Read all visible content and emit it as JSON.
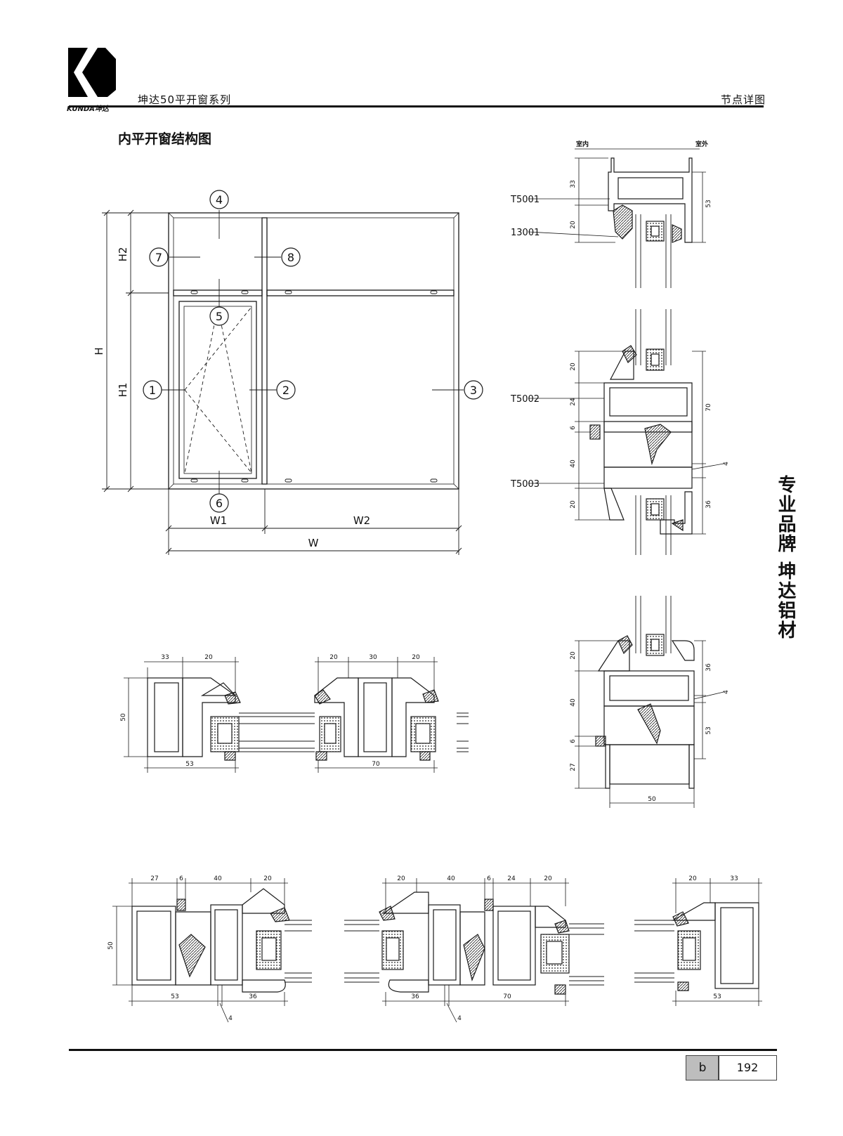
{
  "header": {
    "brand_name": "KUNDA坤达",
    "series_title": "坤达50平开窗系列",
    "section_title": "节点详图"
  },
  "page": {
    "diagram_title": "内平开窗结构图",
    "brand_slogan": "专业品牌 坤达铝材",
    "page_letter": "b",
    "page_number": "192"
  },
  "elevation": {
    "callouts": [
      "1",
      "2",
      "3",
      "4",
      "5",
      "6",
      "7",
      "8"
    ],
    "dimension_labels": {
      "H": "H",
      "H1": "H1",
      "H2": "H2",
      "W": "W",
      "W1": "W1",
      "W2": "W2"
    }
  },
  "sections": {
    "interior_label": "室内",
    "exterior_label": "室外",
    "profile_codes": [
      "T5001",
      "13001",
      "T5002",
      "T5003"
    ],
    "top_dims": [
      "33",
      "20",
      "53"
    ],
    "middle_dims": [
      "20",
      "24",
      "6",
      "40",
      "20",
      "70",
      "36",
      "4"
    ],
    "lower_dims": [
      "20",
      "40",
      "6",
      "27",
      "36",
      "4",
      "53",
      "50"
    ],
    "horizontal_left": {
      "top": [
        "33",
        "20"
      ],
      "side": "50",
      "bottom": "53"
    },
    "horizontal_right": {
      "top": [
        "20",
        "30",
        "20"
      ],
      "bottom": "70"
    },
    "bottom_left": {
      "top": [
        "27",
        "6",
        "40",
        "20"
      ],
      "side": "50",
      "bottom": [
        "53",
        "36"
      ],
      "gap": "4"
    },
    "bottom_mid": {
      "top": [
        "20",
        "40",
        "6",
        "24",
        "20"
      ],
      "bottom": [
        "36",
        "70"
      ],
      "gap": "4"
    },
    "bottom_right": {
      "top": [
        "20",
        "33"
      ],
      "bottom": "53"
    }
  },
  "colors": {
    "line": "#1a1a1a",
    "page_tag_fill": "#bdbdbd"
  }
}
